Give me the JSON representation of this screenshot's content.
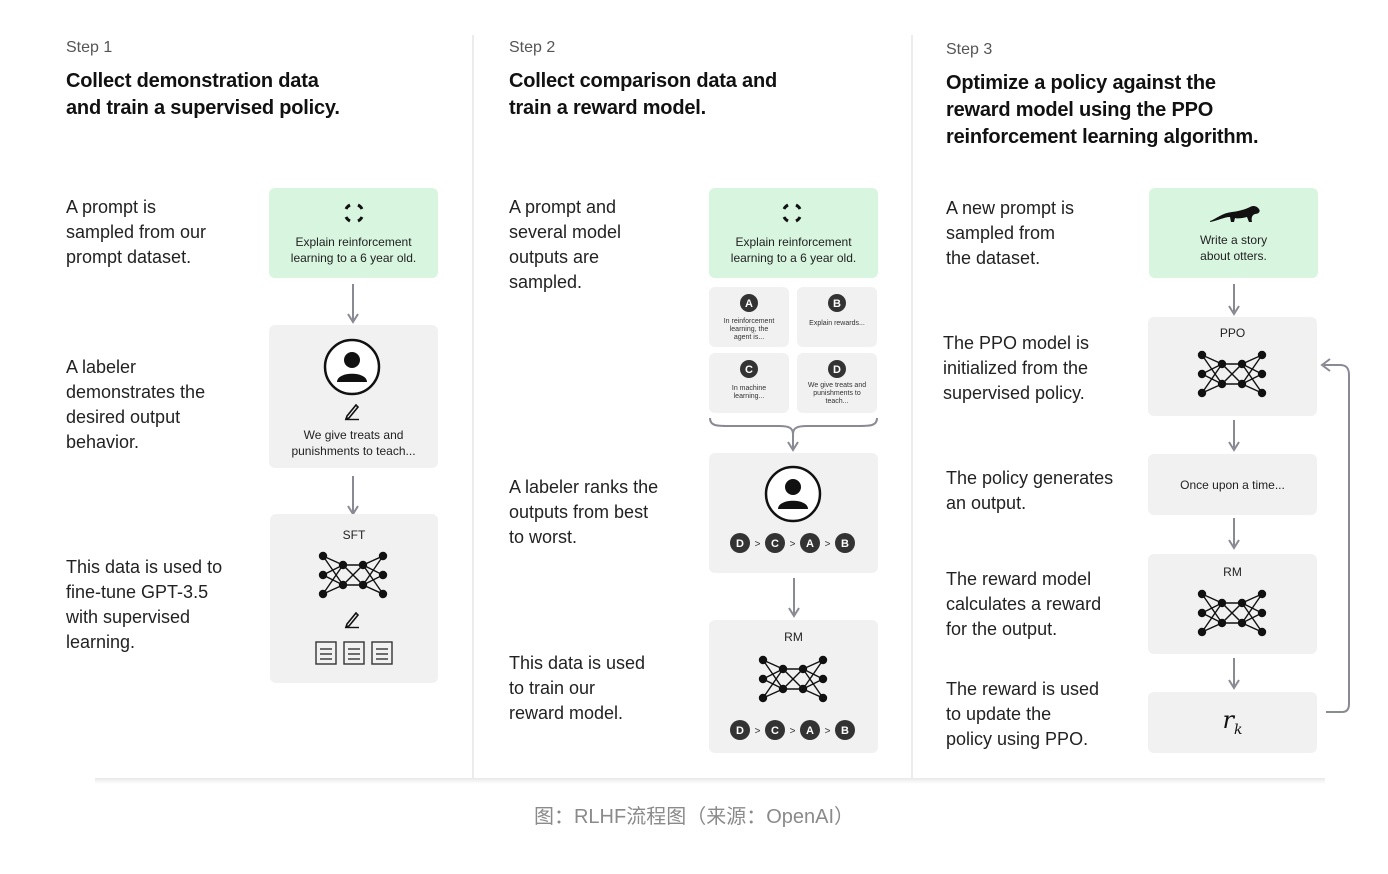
{
  "steps": [
    {
      "label": "Step 1",
      "title": "Collect demonstration data\nand train a supervised policy.",
      "descriptions": [
        "A prompt is\nsampled from our\nprompt dataset.",
        "A labeler\ndemonstrates the\ndesired output\nbehavior.",
        "This data is used to\nfine-tune GPT-3.5\nwith supervised\nlearning."
      ],
      "prompt_box": "Explain reinforcement\nlearning to a 6 year old.",
      "demo_text": "We give treats and\npunishments to teach...",
      "model_label": "SFT"
    },
    {
      "label": "Step 2",
      "title": "Collect comparison data and\ntrain a reward model.",
      "descriptions": [
        "A prompt and\nseveral model\noutputs are\nsampled.",
        "A labeler ranks the\noutputs from best\nto worst.",
        "This data is used\nto train our\nreward model."
      ],
      "prompt_box": "Explain reinforcement\nlearning to a 6 year old.",
      "outputs": [
        {
          "letter": "A",
          "text": "In reinforcement\nlearning, the\nagent is..."
        },
        {
          "letter": "B",
          "text": "Explain rewards..."
        },
        {
          "letter": "C",
          "text": "In machine\nlearning..."
        },
        {
          "letter": "D",
          "text": "We give treats and\npunishments to\nteach..."
        }
      ],
      "ranking": [
        "D",
        "C",
        "A",
        "B"
      ],
      "ranking_sep": ">",
      "model_label": "RM"
    },
    {
      "label": "Step 3",
      "title": "Optimize a policy against the\nreward model using the PPO\nreinforcement learning algorithm.",
      "descriptions": [
        "A new prompt is\nsampled from\nthe dataset.",
        "The PPO model is\ninitialized from the\nsupervised policy.",
        "The policy generates\nan output.",
        "The reward model\ncalculates a reward\nfor the output.",
        "The reward is used\nto update the\npolicy using PPO."
      ],
      "prompt_box": "Write a story\nabout otters.",
      "ppo_label": "PPO",
      "output_text": "Once upon a time...",
      "rm_label": "RM",
      "reward_symbol": "r",
      "reward_sub": "k"
    }
  ],
  "caption": "图：RLHF流程图（来源：OpenAI）",
  "colors": {
    "prompt_bg": "#d8f5df",
    "box_bg": "#f1f1f1",
    "arrow": "#8a8a94",
    "caption": "#8a8a8a"
  }
}
